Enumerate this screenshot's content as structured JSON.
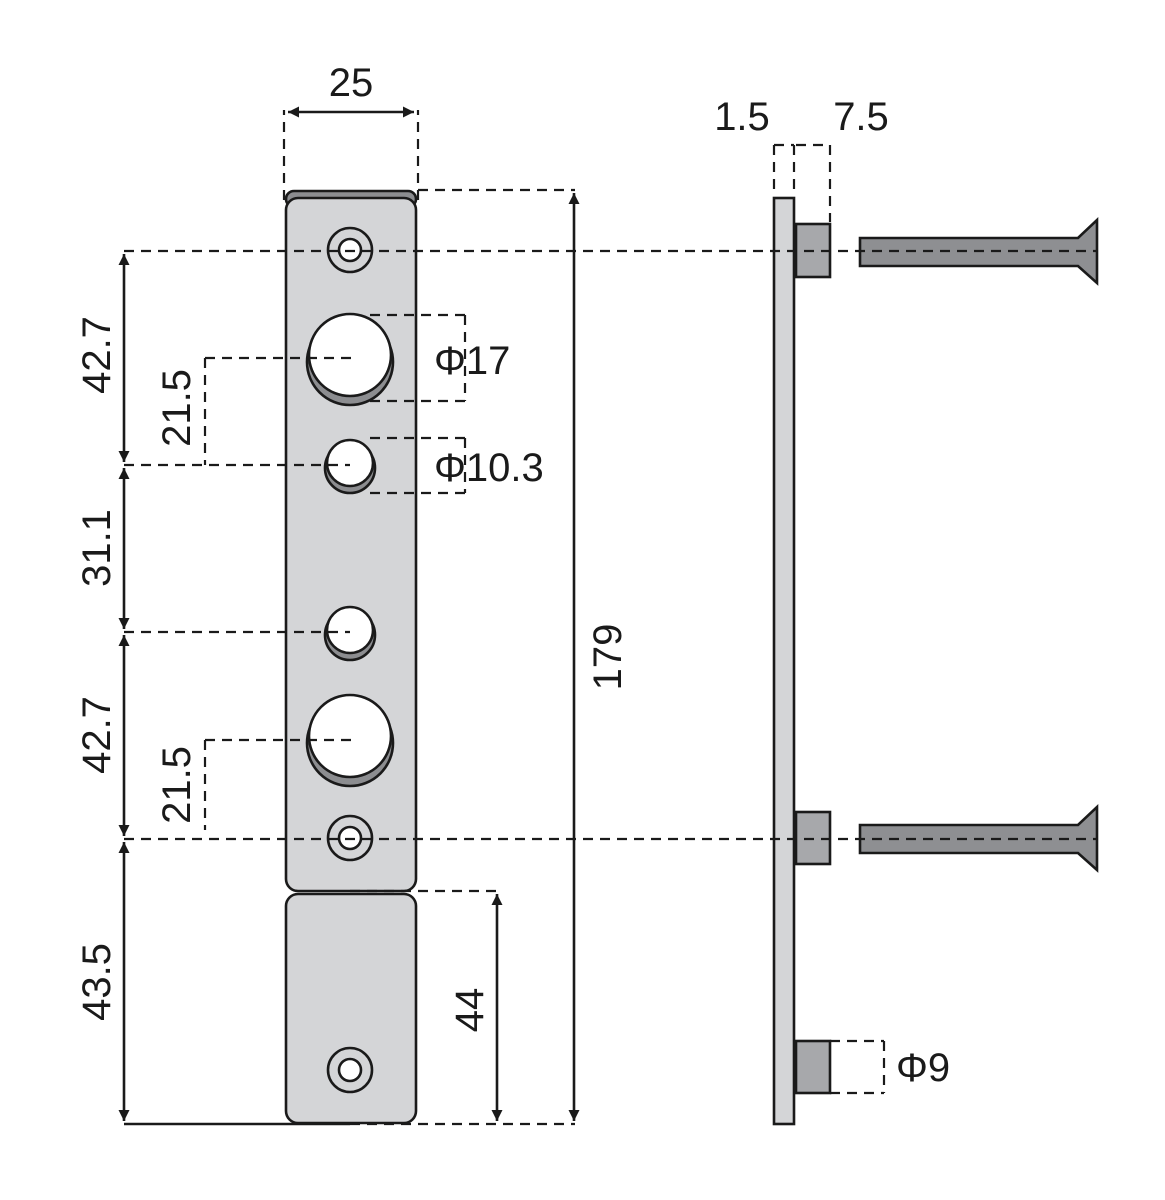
{
  "drawing": {
    "colors": {
      "plate_fill": "#d4d5d7",
      "line": "#1a1a1a",
      "hole_shadow": "#8c8d90",
      "screw_fill": "#8e8f92",
      "bushing_fill": "#a7a8ab",
      "background": "#ffffff"
    },
    "front_view": {
      "width_dim": "25",
      "total_height_dim": "179",
      "lower_plate_height_dim": "44",
      "left_dims": {
        "top_spacing": "42.7",
        "middle_spacing": "31.1",
        "lower_spacing": "42.7",
        "bottom_spacing": "43.5"
      },
      "inner_dims": {
        "upper_offset": "21.5",
        "lower_offset": "21.5"
      },
      "hole_labels": {
        "large_hole": "Φ17",
        "small_hole": "Φ10.3"
      }
    },
    "side_view": {
      "plate_thickness_dim": "1.5",
      "bushing_length_dim": "7.5",
      "bushing_diameter": "Φ9"
    }
  }
}
